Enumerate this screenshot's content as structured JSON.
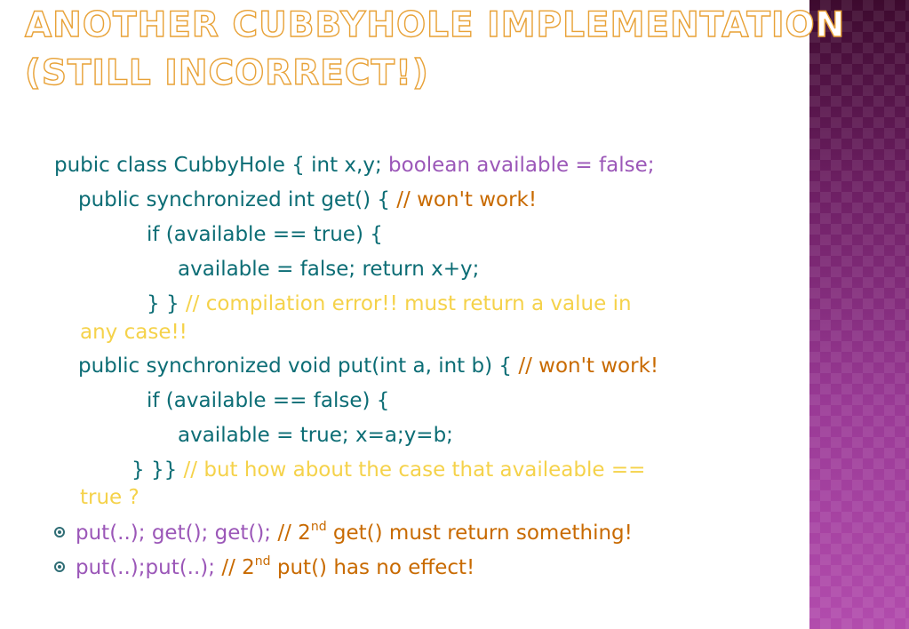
{
  "slide": {
    "title_line1": "ANOTHER CUBBYHOLE IMPLEMENTATION",
    "title_line2": "(STILL INCORRECT!)",
    "code": {
      "l1_a": "pubic class CubbyHole {  int x,y;  ",
      "l1_b": "boolean available = false;",
      "l2_a": "public synchronized int get() {    ",
      "l2_b": "// won't work!",
      "l3": "if (available == true) {",
      "l4": "available = false;   return x+y;",
      "l5_a": "}  }   ",
      "l5_b": "// compilation error!! must return a value in",
      "l6": "any case!!",
      "l7_a": "public synchronized void put(int a, int b) {    ",
      "l7_b": "// won't work!",
      "l8": "if (available == false) {",
      "l9": "available = true;     x=a;y=b;",
      "l10_a": "} }} ",
      "l10_b": "// but how about the case that availeable ==",
      "l11": "true ?"
    },
    "bullets": [
      {
        "a": "put(..); get(); get();  ",
        "b": "// 2",
        "sup": "nd",
        "c": " get()  must return something!"
      },
      {
        "a": "put(..);put(..);  ",
        "b": "// 2",
        "sup": "nd",
        "c": " put() has no effect!"
      }
    ]
  }
}
